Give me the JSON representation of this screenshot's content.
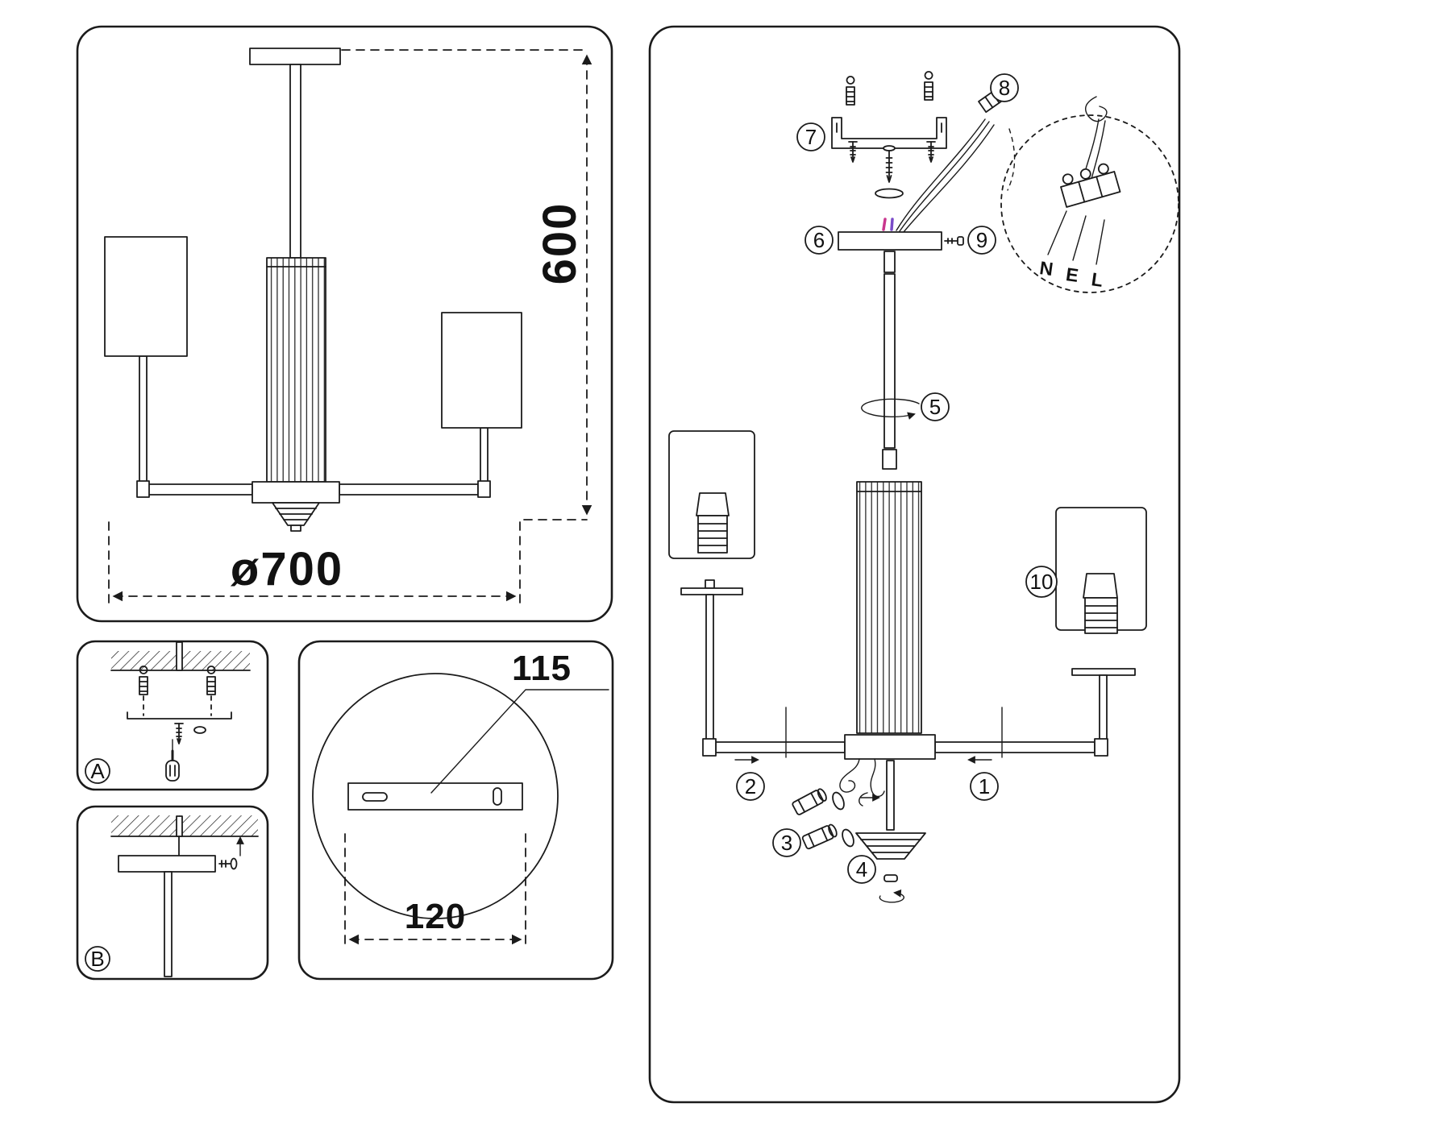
{
  "diagram": {
    "overview": {
      "height_label": "600",
      "diameter_label": "ø700"
    },
    "canopy_detail": {
      "length_label": "115",
      "width_label": "120"
    },
    "panel_a_label": "A",
    "panel_b_label": "B",
    "steps": {
      "s1": "1",
      "s2": "2",
      "s3": "3",
      "s4": "4",
      "s5": "5",
      "s6": "6",
      "s7": "7",
      "s8": "8",
      "s9": "9",
      "s10": "10"
    },
    "wire_terminals": {
      "n": "N",
      "e": "E",
      "l": "L"
    },
    "colors": {
      "line": "#1b1b1b",
      "wire_pink": "#c9368e",
      "wire_purple": "#7a4bc9"
    }
  }
}
